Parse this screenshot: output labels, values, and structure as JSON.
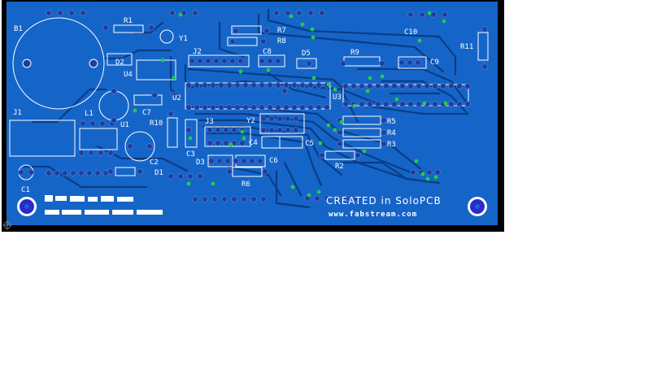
{
  "board": {
    "colors": {
      "background": "#ffffff",
      "board_fill": "#1565c8",
      "board_outline": "#000000",
      "trace": "#0b3c86",
      "silkscreen": "#ffffff",
      "pad": "#1e3f99",
      "via_green": "#22cc44",
      "mount_hole": "#2a2ad0"
    },
    "credit_line1": "CREATED  in  SoloPCB",
    "credit_line2": "www.fabstream.com",
    "component_labels": {
      "B1": "B1",
      "J1": "J1",
      "L1": "L1",
      "R1": "R1",
      "Y1": "Y1",
      "D2": "D2",
      "U4": "U4",
      "C7": "C7",
      "U1": "U1",
      "R10": "R10",
      "C2": "C2",
      "D1": "D1",
      "C1": "C1",
      "J2": "J2",
      "U2": "U2",
      "J3": "J3",
      "C3": "C3",
      "D3": "D3",
      "R6": "R6",
      "C6": "C6",
      "Y2": "Y2",
      "C4": "C4",
      "C5": "C5",
      "R7": "R7",
      "R8": "R8",
      "C8": "C8",
      "D5": "D5",
      "R9": "R9",
      "C10": "C10",
      "C9": "C9",
      "R11": "R11",
      "U3": "U3",
      "R5": "R5",
      "R4": "R4",
      "R3": "R3",
      "R2": "R2"
    }
  }
}
